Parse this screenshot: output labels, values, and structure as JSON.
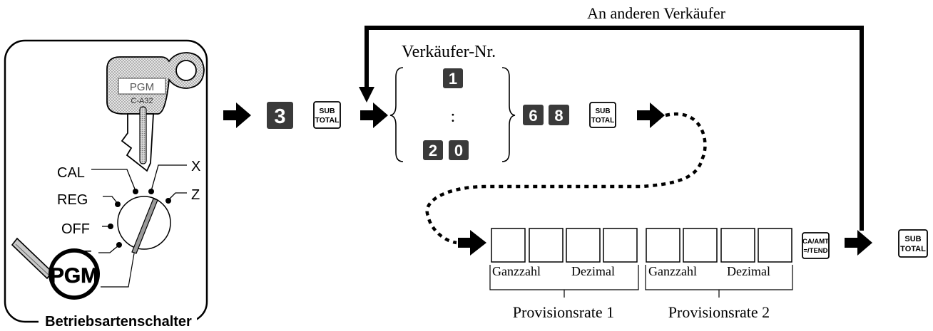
{
  "mode_switch": {
    "caption": "Betriebsartenschalter",
    "key_labels": {
      "main": "PGM",
      "model": "C-A32"
    },
    "positions": [
      "CAL",
      "REG",
      "OFF",
      "RF",
      "X",
      "Z"
    ],
    "pgm_badge": "PGM"
  },
  "sequence": {
    "first_number_key": "3",
    "subtotal_key": {
      "line1": "SUB",
      "line2": "TOTAL"
    },
    "clerk_label": "Verkäufer-Nr.",
    "clerk_first": "1",
    "clerk_ellipsis": ":",
    "clerk_last": [
      "2",
      "0"
    ],
    "program_keys": [
      "6",
      "8"
    ],
    "loop_label": "An anderen Verkäufer",
    "ca_amt_key": {
      "line1": "CA/AMT",
      "line2": "=/TEND"
    }
  },
  "rates": {
    "int_label": "Ganzzahl",
    "dec_label": "Dezimal",
    "rate1": "Provisionsrate 1",
    "rate2": "Provisionsrate 2"
  }
}
